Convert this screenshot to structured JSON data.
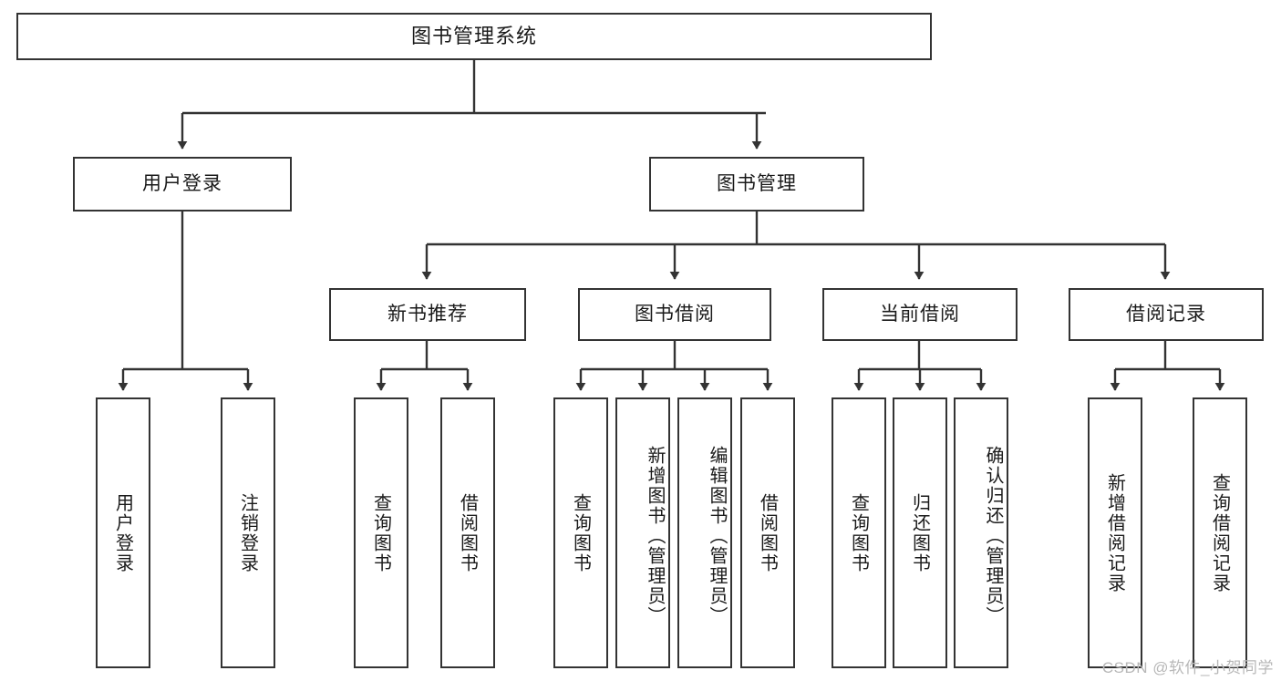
{
  "diagram": {
    "title": "图书管理系统",
    "type": "tree-hierarchy-chart",
    "colors": {
      "node_border": "#333333",
      "node_fill": "#ffffff",
      "edge": "#333333",
      "text": "#1a1a1a",
      "watermark": "#b8b8b8",
      "background": "#ffffff"
    }
  },
  "watermark": {
    "text": "CSDN @软件_小贺同学"
  },
  "nodes": {
    "root": {
      "label": "图书管理系统"
    },
    "level2": [
      {
        "label": "用户登录"
      },
      {
        "label": "图书管理"
      }
    ],
    "level3": [
      {
        "label": "新书推荐"
      },
      {
        "label": "图书借阅"
      },
      {
        "label": "当前借阅"
      },
      {
        "label": "借阅记录"
      }
    ],
    "leaves": {
      "user_login": [
        {
          "label": "用户登录"
        },
        {
          "label": "注销登录"
        }
      ],
      "new_book_recommend": [
        {
          "label": "查询图书"
        },
        {
          "label": "借阅图书"
        }
      ],
      "book_borrow": [
        {
          "label": "查询图书"
        },
        {
          "label": "新增图书（管理员）"
        },
        {
          "label": "编辑图书（管理员）"
        },
        {
          "label": "借阅图书"
        }
      ],
      "current_borrow": [
        {
          "label": "查询图书"
        },
        {
          "label": "归还图书"
        },
        {
          "label": "确认归还（管理员）"
        }
      ],
      "borrow_record": [
        {
          "label": "新增借阅记录"
        },
        {
          "label": "查询借阅记录"
        }
      ]
    }
  },
  "chart_data": {
    "type": "tree",
    "title": "图书管理系统",
    "root": "图书管理系统",
    "edges": [
      [
        "图书管理系统",
        "用户登录"
      ],
      [
        "图书管理系统",
        "图书管理"
      ],
      [
        "用户登录",
        "用户登录"
      ],
      [
        "用户登录",
        "注销登录"
      ],
      [
        "图书管理",
        "新书推荐"
      ],
      [
        "图书管理",
        "图书借阅"
      ],
      [
        "图书管理",
        "当前借阅"
      ],
      [
        "图书管理",
        "借阅记录"
      ],
      [
        "新书推荐",
        "查询图书"
      ],
      [
        "新书推荐",
        "借阅图书"
      ],
      [
        "图书借阅",
        "查询图书"
      ],
      [
        "图书借阅",
        "新增图书（管理员）"
      ],
      [
        "图书借阅",
        "编辑图书（管理员）"
      ],
      [
        "图书借阅",
        "借阅图书"
      ],
      [
        "当前借阅",
        "查询图书"
      ],
      [
        "当前借阅",
        "归还图书"
      ],
      [
        "当前借阅",
        "确认归还（管理员）"
      ],
      [
        "借阅记录",
        "新增借阅记录"
      ],
      [
        "借阅记录",
        "查询借阅记录"
      ]
    ],
    "depth": 4,
    "leaf_count": 13
  }
}
